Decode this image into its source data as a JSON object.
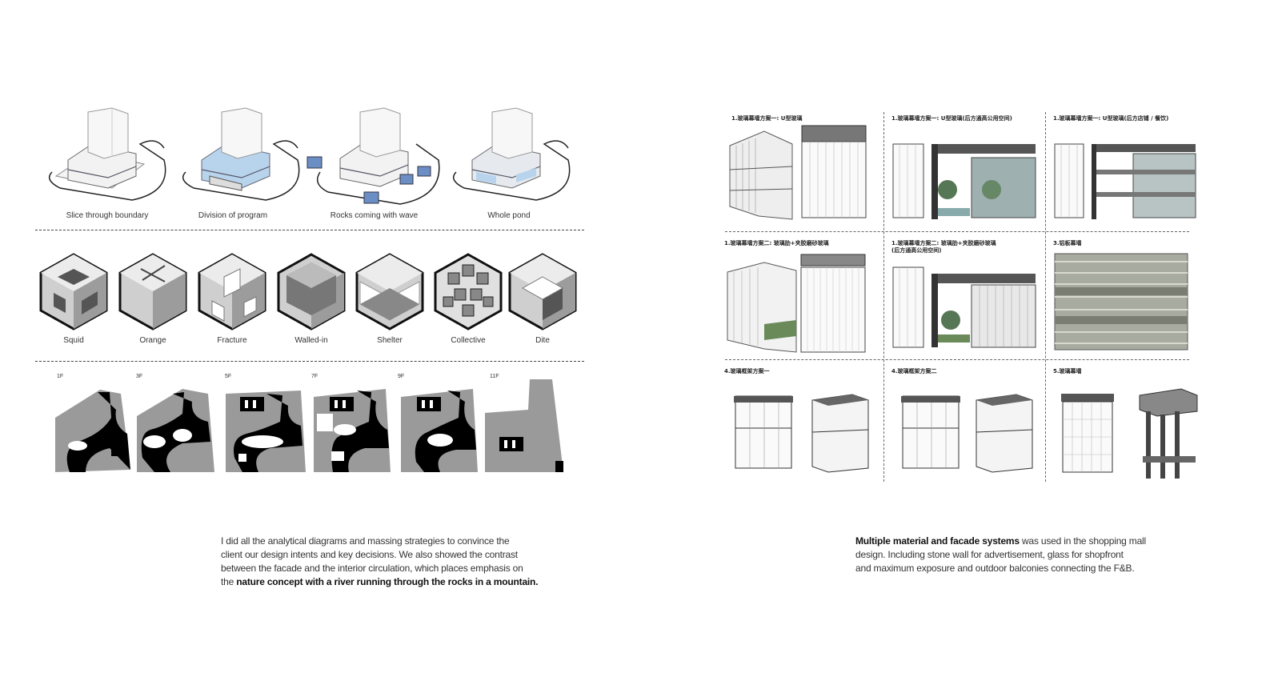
{
  "left_panel": {
    "massing_labels": [
      "Slice through boundary",
      "Division of program",
      "Rocks coming with wave",
      "Whole pond"
    ],
    "cube_labels": [
      "Squid",
      "Orange",
      "Fracture",
      "Walled-in",
      "Shelter",
      "Collective",
      "Dite"
    ],
    "floor_labels": [
      "1F",
      "3F",
      "5F",
      "7F",
      "9F",
      "11F"
    ],
    "caption": {
      "line1": "I did all the analytical diagrams and massing strategies to convince the",
      "line2": "client our design intents and key decisions. We also showed the contrast",
      "line3": "between the facade and the interior circulation, which places emphasis on",
      "line4_plain": "the ",
      "line4_bold": "nature concept with a river running through the rocks in a mountain."
    }
  },
  "right_panel": {
    "sheet_titles": [
      "1.玻璃幕墙方案一: U型玻璃",
      "1.玻璃幕墙方案一: U型玻璃(后方通高公用空间)",
      "1.玻璃幕墙方案一: U型玻璃(后方店铺 / 餐饮)",
      "1.玻璃幕墙方案二: 玻璃肋+夹胶磨砂玻璃",
      "1.玻璃幕墙方案二: 玻璃肋+夹胶磨砂玻璃",
      "3.铝板幕墙",
      "4.玻璃框架方案一",
      "4.玻璃框架方案二",
      "5.玻璃幕墙"
    ],
    "sheet_subtitle": "(后方通高公用空间)",
    "caption": {
      "line1_bold": "Multiple material and facade systems",
      "line1_plain": " was used in the shopping mall",
      "line2": "design. Including stone wall for advertisement, glass for shopfront",
      "line3": "and maximum exposure and outdoor balconies connecting the F&B."
    }
  },
  "colors": {
    "massing_blue": "#b8d4ec",
    "rock_blue": "#6b8fc4",
    "plan_gray": "#9a9a9a",
    "plan_black": "#000000"
  }
}
